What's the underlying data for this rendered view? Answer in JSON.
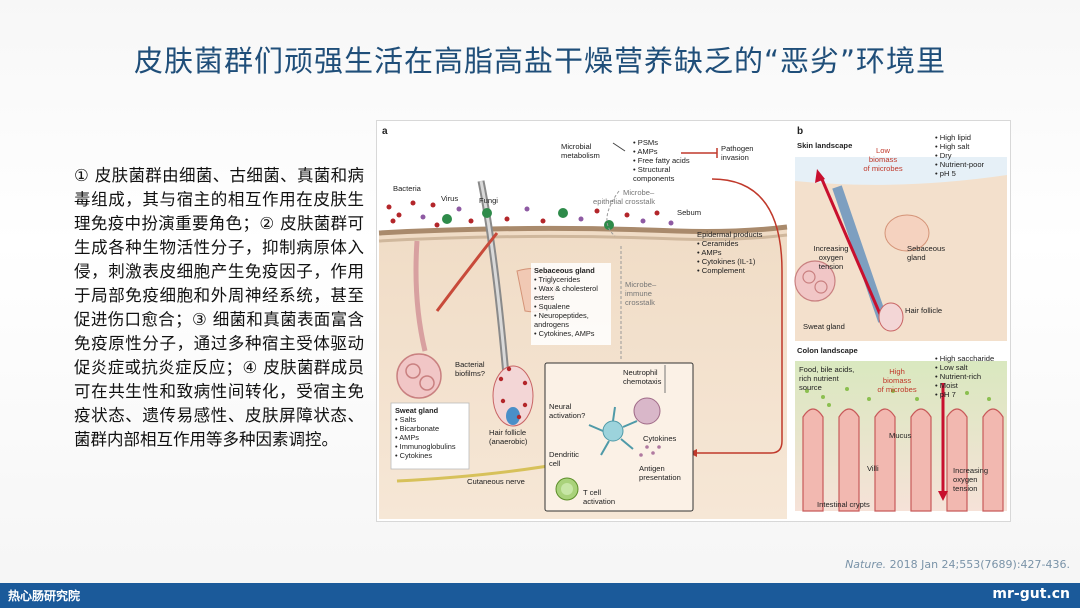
{
  "slide": {
    "title": "皮肤菌群们顽强生活在高脂高盐干燥营养缺乏的“恶劣”环境里",
    "body": "① 皮肤菌群由细菌、古细菌、真菌和病毒组成，其与宿主的相互作用在皮肤生理免疫中扮演重要角色；② 皮肤菌群可生成各种生物活性分子，抑制病原体入侵，刺激表皮细胞产生免疫因子，作用于局部免疫细胞和外周神经系统，甚至促进伤口愈合；③ 细菌和真菌表面富含免疫原性分子，通过多种宿主受体驱动促炎症或抗炎症反应；④ 皮肤菌群成员可在共生性和致病性间转化，受宿主免疫状态、遗传易感性、皮肤屏障状态、菌群内部相互作用等多种因素调控。",
    "citation_journal": "Nature.",
    "citation_rest": " 2018 Jan 24;553(7689):427-436.",
    "footer_left": "热心肠研究院",
    "footer_right": "mr-gut.cn"
  },
  "figure": {
    "panel_a": {
      "letter": "a",
      "microbial_metabolism": [
        "Microbial",
        "metabolism"
      ],
      "metabolites": [
        "• PSMs",
        "• AMPs",
        "• Free fatty acids",
        "• Structural",
        "  components"
      ],
      "pathogen": [
        "Pathogen",
        "invasion"
      ],
      "microbe_epithelial": [
        "Microbe–",
        "epithelial crosstalk"
      ],
      "bacteria": "Bacteria",
      "virus": "Virus",
      "fungi": "Fungi",
      "sebum": "Sebum",
      "epidermal_title": "Epidermal products",
      "epidermal_items": [
        "• Ceramides",
        "• AMPs",
        "• Cytokines (IL-1)",
        "• Complement"
      ],
      "sebaceous_title": "Sebaceous gland",
      "sebaceous_items": [
        "• Triglycerides",
        "• Wax & cholesterol",
        "  esters",
        "• Squalene",
        "• Neuropeptides,",
        "  androgens",
        "• Cytokines, AMPs"
      ],
      "microbe_immune": [
        "Microbe–",
        "immune",
        "crosstalk"
      ],
      "biofilms": [
        "Bacterial",
        "biofilms?"
      ],
      "neutrophil": [
        "Neutrophil",
        "chemotaxis"
      ],
      "neural": [
        "Neural",
        "activation?"
      ],
      "cytokines": "Cytokines",
      "sweat_title": "Sweat gland",
      "sweat_items": [
        "• Salts",
        "• Bicarbonate",
        "• AMPs",
        "• Immunoglobulins",
        "• Cytokines"
      ],
      "hair_follicle": [
        "Hair follicle",
        "(anaerobic)"
      ],
      "dendritic": [
        "Dendritic",
        "cell"
      ],
      "antigen": [
        "Antigen",
        "presentation"
      ],
      "cutaneous_nerve": "Cutaneous nerve",
      "tcell": [
        "T cell",
        "activation"
      ]
    },
    "panel_b": {
      "letter": "b",
      "skin_title": "Skin landscape",
      "low_biomass": [
        "Low",
        "biomass",
        "of microbes"
      ],
      "skin_props": [
        "• High lipid",
        "• High salt",
        "• Dry",
        "• Nutrient-poor",
        "• pH 5"
      ],
      "increasing_oxygen": [
        "Increasing",
        "oxygen",
        "tension"
      ],
      "sebaceous": [
        "Sebaceous",
        "gland"
      ],
      "sweat": "Sweat gland",
      "hair": "Hair follicle",
      "colon_title": "Colon landscape",
      "food": [
        "Food, bile acids,",
        "rich nutrient",
        "source"
      ],
      "high_biomass": [
        "High",
        "biomass",
        "of microbes"
      ],
      "colon_props": [
        "• High saccharide",
        "• Low salt",
        "• Nutrient-rich",
        "• Moist",
        "• pH 7"
      ],
      "mucus": "Mucus",
      "villi": "Villi",
      "crypts": "Intestinal crypts",
      "increasing_oxygen2": [
        "Increasing",
        "oxygen",
        "tension"
      ]
    }
  }
}
